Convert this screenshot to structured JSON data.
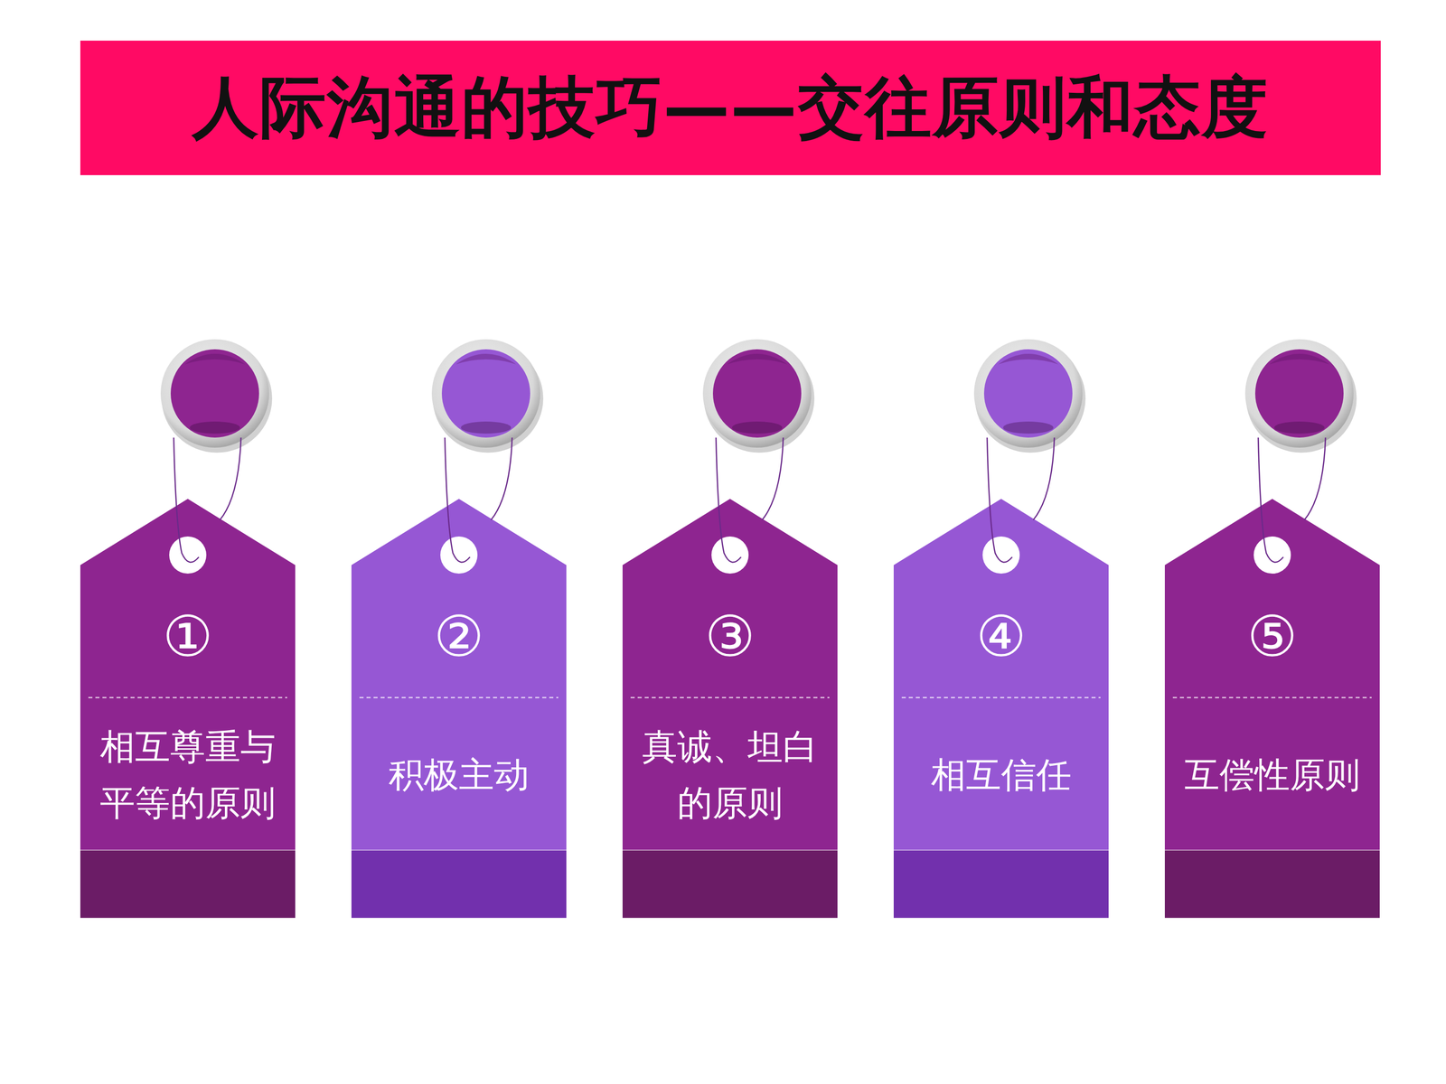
{
  "diagram": {
    "title": "人际沟通的技巧——交往原则和态度",
    "nodes": [
      {
        "text": [
          "①",
          "相互尊重与 平等的原则"
        ]
      },
      {
        "text": [
          "②",
          "积极主动"
        ]
      },
      {
        "text": [
          "③",
          "真诚、坦白 的原则"
        ]
      },
      {
        "text": [
          "④",
          "相互信任"
        ]
      },
      {
        "text": [
          "⑤",
          "互偿性原则"
        ]
      }
    ]
  }
}
